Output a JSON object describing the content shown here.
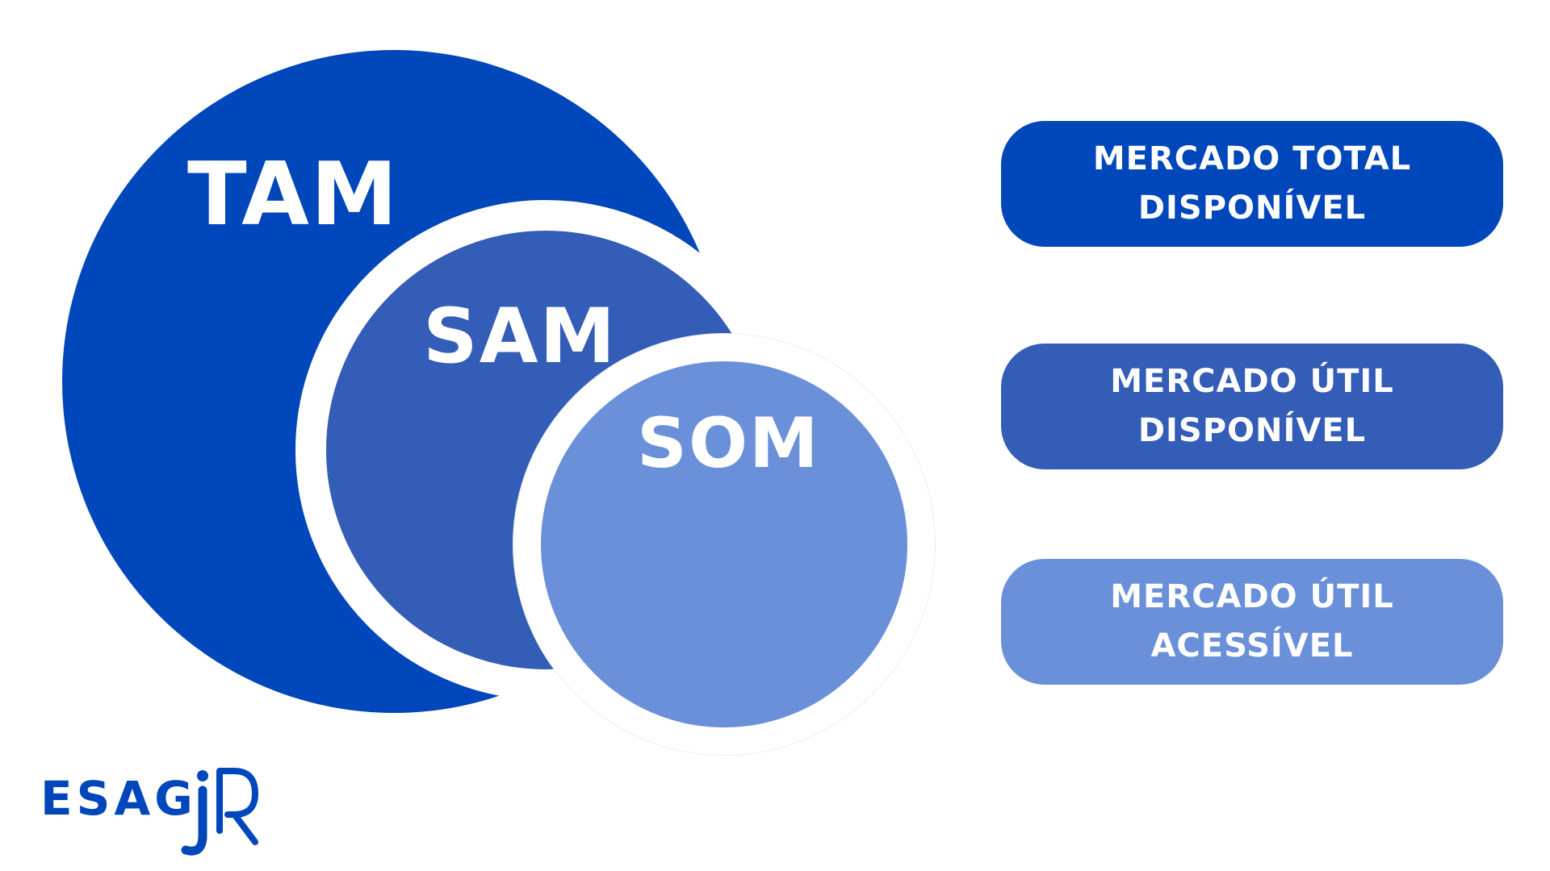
{
  "diagram": {
    "circles": [
      {
        "id": "tam",
        "label": "TAM",
        "color": "#0047BB"
      },
      {
        "id": "sam",
        "label": "SAM",
        "color": "#335DB6"
      },
      {
        "id": "som",
        "label": "SOM",
        "color": "#6A90DA"
      }
    ]
  },
  "legend": {
    "tam": {
      "line1": "MERCADO TOTAL",
      "line2": "DISPONÍVEL",
      "color": "#0047BB"
    },
    "sam": {
      "line1": "MERCADO ÚTIL",
      "line2": "DISPONÍVEL",
      "color": "#335DB6"
    },
    "som": {
      "line1": "MERCADO ÚTIL",
      "line2": "ACESSÍVEL",
      "color": "#6A90DA"
    }
  },
  "logo": {
    "text": "ESAG",
    "mark": "jR",
    "color": "#0047BB"
  }
}
